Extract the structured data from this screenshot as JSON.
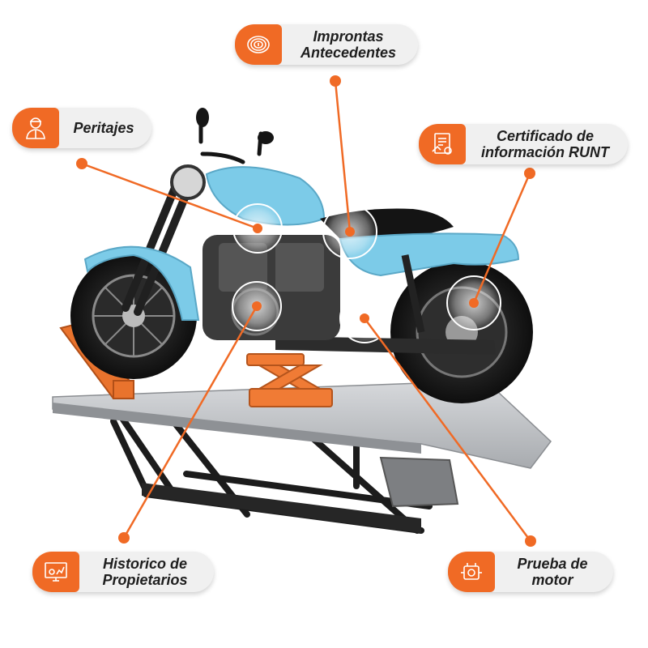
{
  "callouts": {
    "improntas": {
      "label": "Improntas\nAntecedentes",
      "icon": "fingerprint-icon"
    },
    "peritajes": {
      "label": "Peritajes",
      "icon": "inspector-icon"
    },
    "runt": {
      "label": "Certificado de\ninformación RUNT",
      "icon": "certificate-icon"
    },
    "historico": {
      "label": "Historico de\nPropietarios",
      "icon": "monitor-history-icon"
    },
    "prueba": {
      "label": "Prueba de\nmotor",
      "icon": "engine-icon"
    }
  },
  "colors": {
    "accent": "#f06a25",
    "bike_body": "#7ccbe8",
    "lift_platform": "#b9bcc0",
    "lift_frame": "#1c1c1c",
    "pill_bg": "#f0f0f0"
  }
}
